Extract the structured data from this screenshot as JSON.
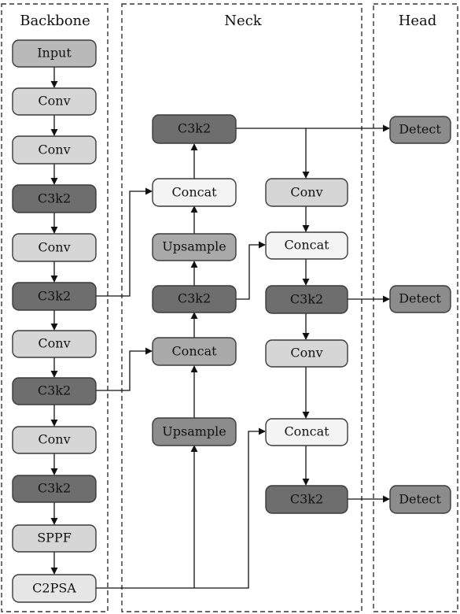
{
  "sections": {
    "backbone": "Backbone",
    "neck": "Neck",
    "head": "Head"
  },
  "fills": {
    "dark": "#6e6e6e",
    "mid": "#a9a9a9",
    "light": "#d6d6d6",
    "white": "#f4f4f4",
    "input": "#b9b9b9"
  },
  "nodes": {
    "b_input": "Input",
    "b_conv1": "Conv",
    "b_conv2": "Conv",
    "b_c3k2_1": "C3k2",
    "b_conv3": "Conv",
    "b_c3k2_2": "C3k2",
    "b_conv4": "Conv",
    "b_c3k2_3": "C3k2",
    "b_conv5": "Conv",
    "b_c3k2_4": "C3k2",
    "b_sppf": "SPPF",
    "b_c2psa": "C2PSA",
    "n_c3k2_top": "C3k2",
    "n_concat_a": "Concat",
    "n_upsample_a": "Upsample",
    "n_c3k2_mid": "C3k2",
    "n_concat_b": "Concat",
    "n_upsample_b": "Upsample",
    "n_conv_r1": "Conv",
    "n_concat_r1": "Concat",
    "n_c3k2_r1": "C3k2",
    "n_conv_r2": "Conv",
    "n_concat_r2": "Concat",
    "n_c3k2_r2": "C3k2",
    "h_detect1": "Detect",
    "h_detect2": "Detect",
    "h_detect3": "Detect"
  }
}
